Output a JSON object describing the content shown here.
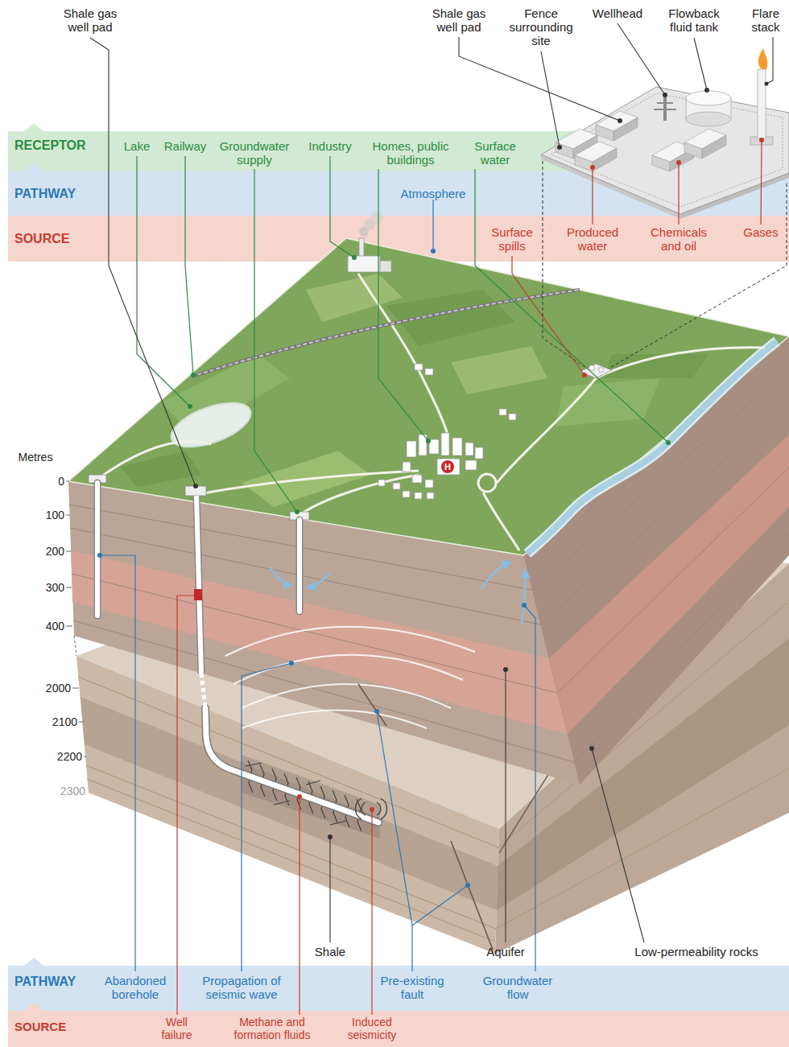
{
  "diagram": {
    "nodes": [
      {
        "text": [
          "RECEPTOR",
          "Lake",
          "Railway",
          "Groundwater supply",
          "Industry",
          "Homes, public buildings",
          "Surface water"
        ]
      },
      {
        "text": [
          "PATHWAY",
          "Atmosphere"
        ]
      },
      {
        "text": [
          "SOURCE",
          "Surface spills",
          "Produced water",
          "Chemicals and oil",
          "Gases"
        ]
      },
      {
        "text": [
          "PATHWAY",
          "Abandoned borehole",
          "Propagation of seismic wave",
          "Pre-existing fault",
          "Groundwater flow"
        ]
      },
      {
        "text": [
          "SOURCE",
          "Well failure",
          "Methane and formation fluids",
          "Induced seismicity"
        ]
      }
    ],
    "labels": [
      "Shale gas well pad",
      "Shale gas well pad",
      "Fence surrounding site",
      "Wellhead",
      "Flowback fluid tank",
      "Flare stack",
      "H",
      "Metres",
      "0",
      "100",
      "200",
      "300",
      "400",
      "2000",
      "2100",
      "2200",
      "2300",
      "Shale",
      "Aquifer",
      "Low-permeability rocks"
    ]
  }
}
